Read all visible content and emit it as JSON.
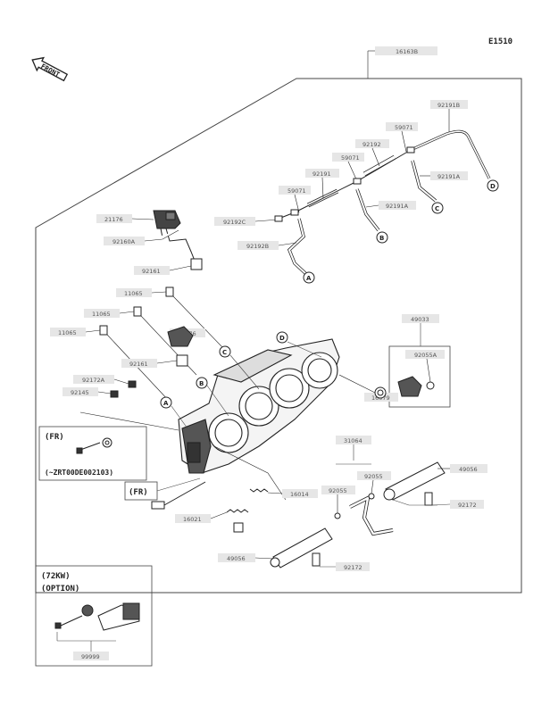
{
  "diagram_code": "E1510",
  "front_label": "FRONT",
  "labels": {
    "p16163B": "16163B",
    "p92191B": "92191B",
    "p59071a": "59071",
    "p92192": "92192",
    "p59071b": "59071",
    "p92191": "92191",
    "p59071c": "59071",
    "p92191A": "92191A",
    "p92191A2": "92191A",
    "p92192C": "92192C",
    "p92192B": "92192B",
    "p21176": "21176",
    "p92160A": "92160A",
    "p92161": "92161",
    "p11065a": "11065",
    "p11065b": "11065",
    "p11065c": "11065",
    "p21176b": "21176",
    "p92161b": "92161",
    "p92172A": "92172A",
    "p92145": "92145",
    "p49033": "49033",
    "p92055A": "92055A",
    "p16079": "16079",
    "p31064": "31064",
    "p92055": "92055",
    "p92055b": "92055",
    "p49056": "49056",
    "p92172": "92172",
    "p16014": "16014",
    "p16021": "16021",
    "p49056b": "49056",
    "p92172b": "92172",
    "p99999": "99999"
  },
  "callouts": {
    "a": "A",
    "b": "B",
    "c": "C",
    "d": "D"
  },
  "notes": {
    "fr": "(FR)",
    "fr_model": "(~ZRT00DE002103)",
    "fr2": "(FR)",
    "option_model": "(72KW)",
    "option": "(OPTION)"
  }
}
